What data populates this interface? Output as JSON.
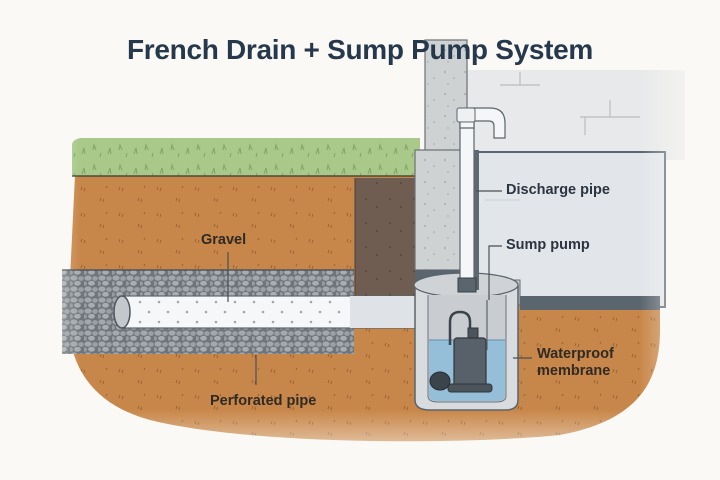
{
  "title": "French Drain + Sump Pump System",
  "labels": {
    "gravel": "Gravel",
    "perforated_pipe": "Perforated pipe",
    "discharge_pipe": "Discharge pipe",
    "sump_pump": "Sump pump",
    "waterproof_membrane_line1": "Waterproof",
    "waterproof_membrane_line2": "membrane"
  },
  "colors": {
    "background": "#fbf9f5",
    "grass": "#a9c98a",
    "soil": "#c8874a",
    "soil_dark": "#6e5d50",
    "gravel": "#8e9398",
    "concrete": "#cfd2d3",
    "basement_wall": "#e3e6e9",
    "water": "#8fbcd8",
    "pump": "#4e5760",
    "title": "#25384c"
  }
}
